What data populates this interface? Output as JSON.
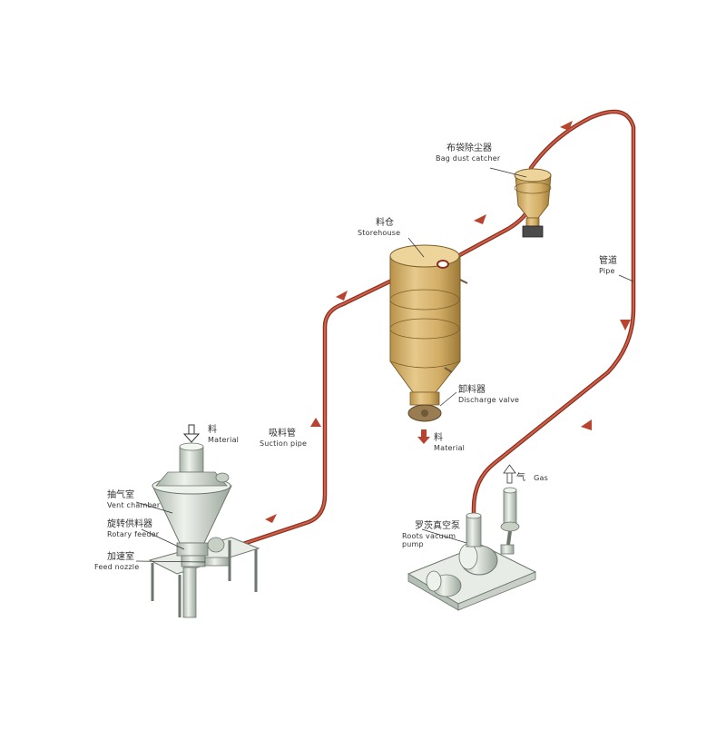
{
  "labels": {
    "material_in": {
      "zh": "料",
      "en": "Material"
    },
    "vent_chamber": {
      "zh": "抽气室",
      "en": "Vent chamber"
    },
    "rotary_feeder": {
      "zh": "旋转供料器",
      "en": "Rotary feeder"
    },
    "feed_nozzle": {
      "zh": "加速室",
      "en": "Feed nozzle"
    },
    "suction_pipe": {
      "zh": "吸料管",
      "en": "Suction pipe"
    },
    "storehouse": {
      "zh": "料仓",
      "en": "Storehouse"
    },
    "discharge_valve": {
      "zh": "卸料器",
      "en": "Discharge valve"
    },
    "material_out": {
      "zh": "料",
      "en": "Material"
    },
    "bag_dust_catcher": {
      "zh": "布袋除尘器",
      "en": "Bag dust catcher"
    },
    "pipe": {
      "zh": "管道",
      "en": "Pipe"
    },
    "gas": {
      "zh": "气",
      "en": "Gas"
    },
    "roots_vacuum_pump": {
      "zh": "罗茨真空泵",
      "en": "Roots vacuum pump"
    }
  },
  "colors": {
    "pipe": "#b8432e",
    "arrow": "#b8432e",
    "tank": "#d9b875",
    "tank_dark": "#a9843f",
    "machine": "#dfe6dc",
    "machine_dark": "#9aa59a"
  }
}
